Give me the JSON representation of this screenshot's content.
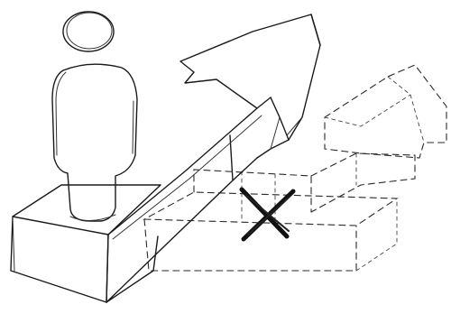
{
  "illustration": {
    "style": "pencil-sketch",
    "elements": [
      "person-figure",
      "solid-arrow-path",
      "dashed-arrow-path",
      "x-mark"
    ]
  },
  "colors": {
    "ink": "#1a1a1a",
    "background": "#ffffff"
  }
}
